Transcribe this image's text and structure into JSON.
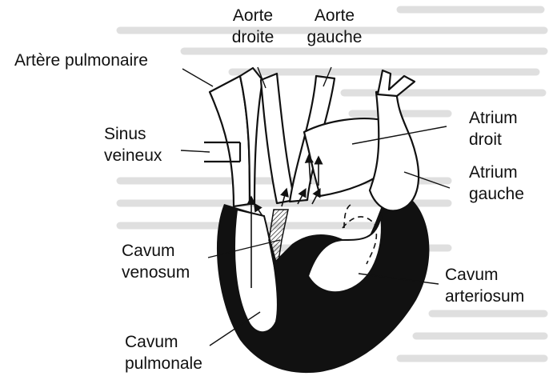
{
  "labels": {
    "artere_pulmonaire": "Artère pulmonaire",
    "aorte_droite": [
      "Aorte",
      "droite"
    ],
    "aorte_gauche": [
      "Aorte",
      "gauche"
    ],
    "sinus_veineux": [
      "Sinus",
      "veineux"
    ],
    "atrium_droit": [
      "Atrium",
      "droit"
    ],
    "atrium_gauche": [
      "Atrium",
      "gauche"
    ],
    "cavum_venosum": [
      "Cavum",
      "venosum"
    ],
    "cavum_arteriosum": [
      "Cavum",
      "arteriosum"
    ],
    "cavum_pulmonale": [
      "Cavum",
      "pulmonale"
    ]
  },
  "colors": {
    "ink": "#111111",
    "background": "#ffffff",
    "text_background": "#e9e9e9"
  }
}
